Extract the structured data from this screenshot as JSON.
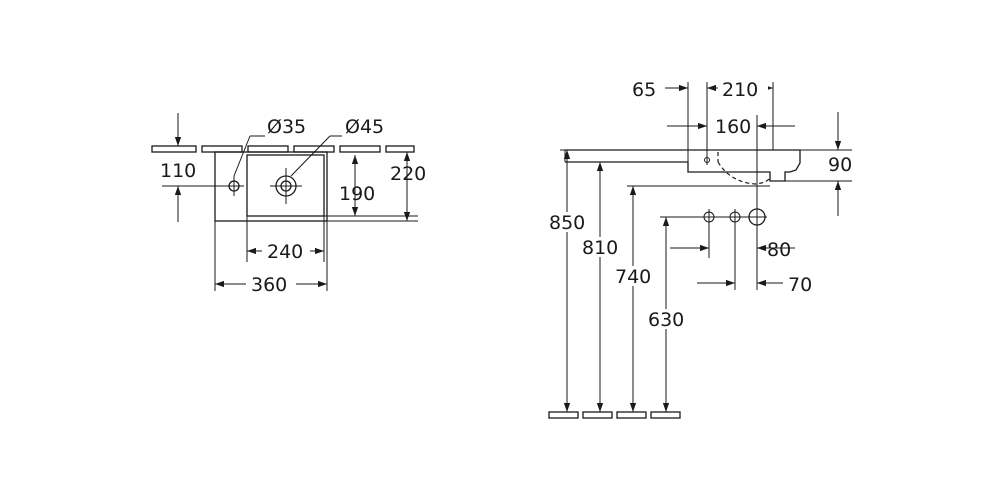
{
  "colors": {
    "line": "#1a1a1a",
    "background": "#ffffff"
  },
  "top_view": {
    "dim_overflow_hole": "Ø35",
    "dim_tap_hole": "Ø45",
    "dim_hole_offset": "110",
    "dim_basin_depth": "190",
    "dim_total_depth": "220",
    "dim_basin_width": "240",
    "dim_total_width": "360"
  },
  "side_view": {
    "dim_65": "65",
    "dim_210": "210",
    "dim_160": "160",
    "dim_90": "90",
    "dim_850": "850",
    "dim_810": "810",
    "dim_740": "740",
    "dim_630": "630",
    "dim_80": "80",
    "dim_70": "70"
  }
}
